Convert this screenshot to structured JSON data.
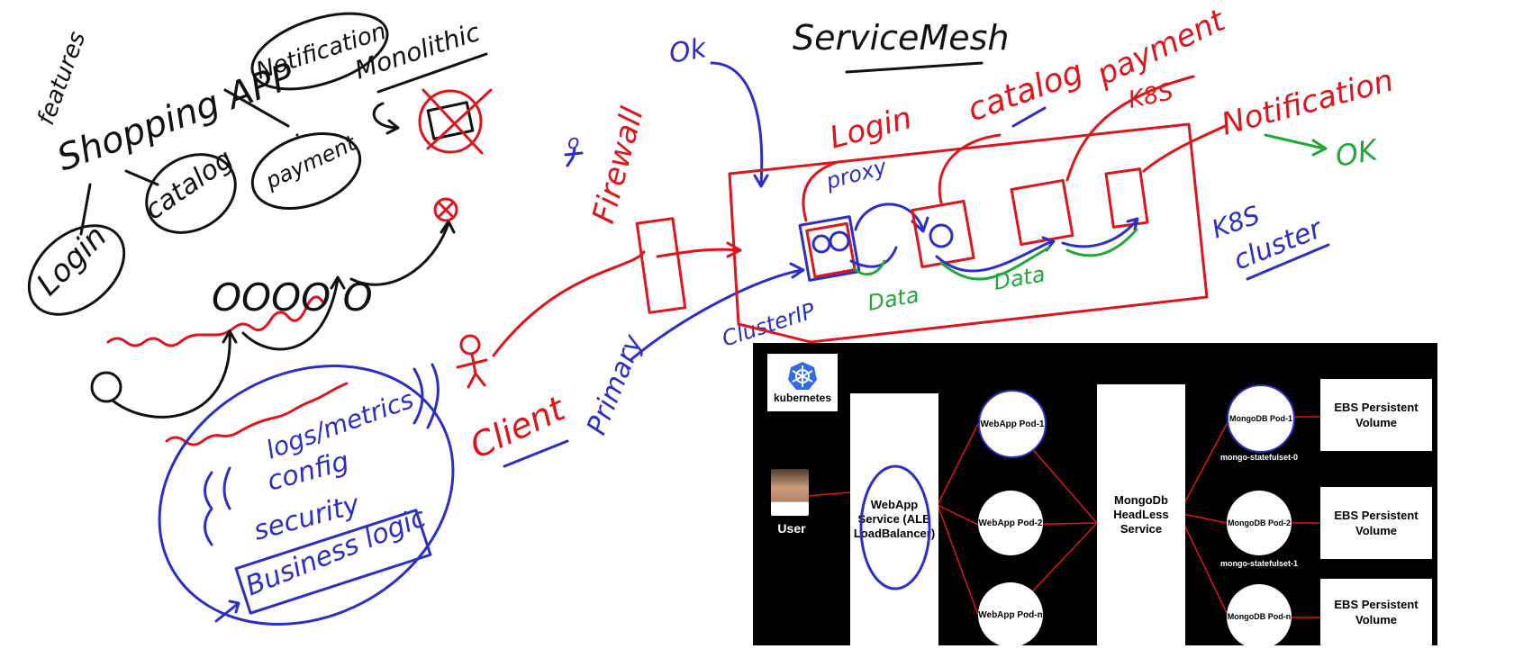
{
  "whiteboard": {
    "title": "ServiceMesh",
    "left": {
      "features": "features",
      "app": "Shopping APP",
      "notification": "Notification",
      "monolithic": "Monolithic",
      "catalog": "catalog",
      "payment": "payment",
      "login": "Login"
    },
    "circles": "OOOO O",
    "sidecar": {
      "line1": "logs/metrics",
      "line2": "config",
      "line3": "security",
      "business": "Business logic"
    },
    "middle": {
      "ok_top": "Ok",
      "firewall": "Firewall",
      "client": "Client",
      "primary": "Primary",
      "clusterip": "ClusterIP"
    },
    "mesh": {
      "proxy": "proxy",
      "login": "Login",
      "catalog": "catalog",
      "payment": "payment",
      "k8s": "K8S",
      "notification": "Notification",
      "ok_right": "OK",
      "data1": "Data",
      "data2": "Data",
      "cluster_line1": "K8S",
      "cluster_line2": "cluster"
    }
  },
  "k8s_diagram": {
    "logo_text": "kubernetes",
    "user_label": "User",
    "webapp_service": "WebApp Service (ALB LoadBalancer)",
    "pods": [
      "WebApp Pod-1",
      "WebApp Pod-2",
      "WebApp Pod-n"
    ],
    "headless": "MongoDb HeadLess Service",
    "mongo_pods": [
      "MongoDB Pod-1",
      "MongoDB Pod-2",
      "MongoDB Pod-n"
    ],
    "statefulset_labels": [
      "mongo-statefulset-0",
      "mongo-statefulset-1"
    ],
    "ebs": [
      "EBS Persistent Volume",
      "EBS Persistent Volume",
      "EBS Persistent Volume"
    ]
  }
}
